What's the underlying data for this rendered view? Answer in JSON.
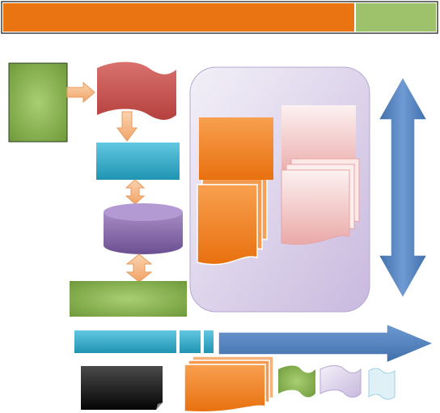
{
  "colors": {
    "orange": "#ef7d1a",
    "green": "#7aa344",
    "light_green": "#9fc46a",
    "red": "#c0504d",
    "cyan": "#2aa7c5",
    "purple": "#8064a2",
    "lavender": "#ddd4ec",
    "blue": "#4f81bd",
    "pink": "#f0c6c5",
    "black": "#1a1a1a",
    "ice": "#d6eef6"
  },
  "icons": {
    "header_bar": "split-title-bar",
    "source": "rectangle-process",
    "flag": "tape-shape",
    "process": "rectangle-process",
    "database": "cylinder-database",
    "output": "rectangle-process",
    "documents": "multi-document-stack",
    "vertical_arrow": "double-headed-arrow",
    "horizontal_arrow": "right-block-arrow",
    "legend_tapes": "tape-shape"
  }
}
